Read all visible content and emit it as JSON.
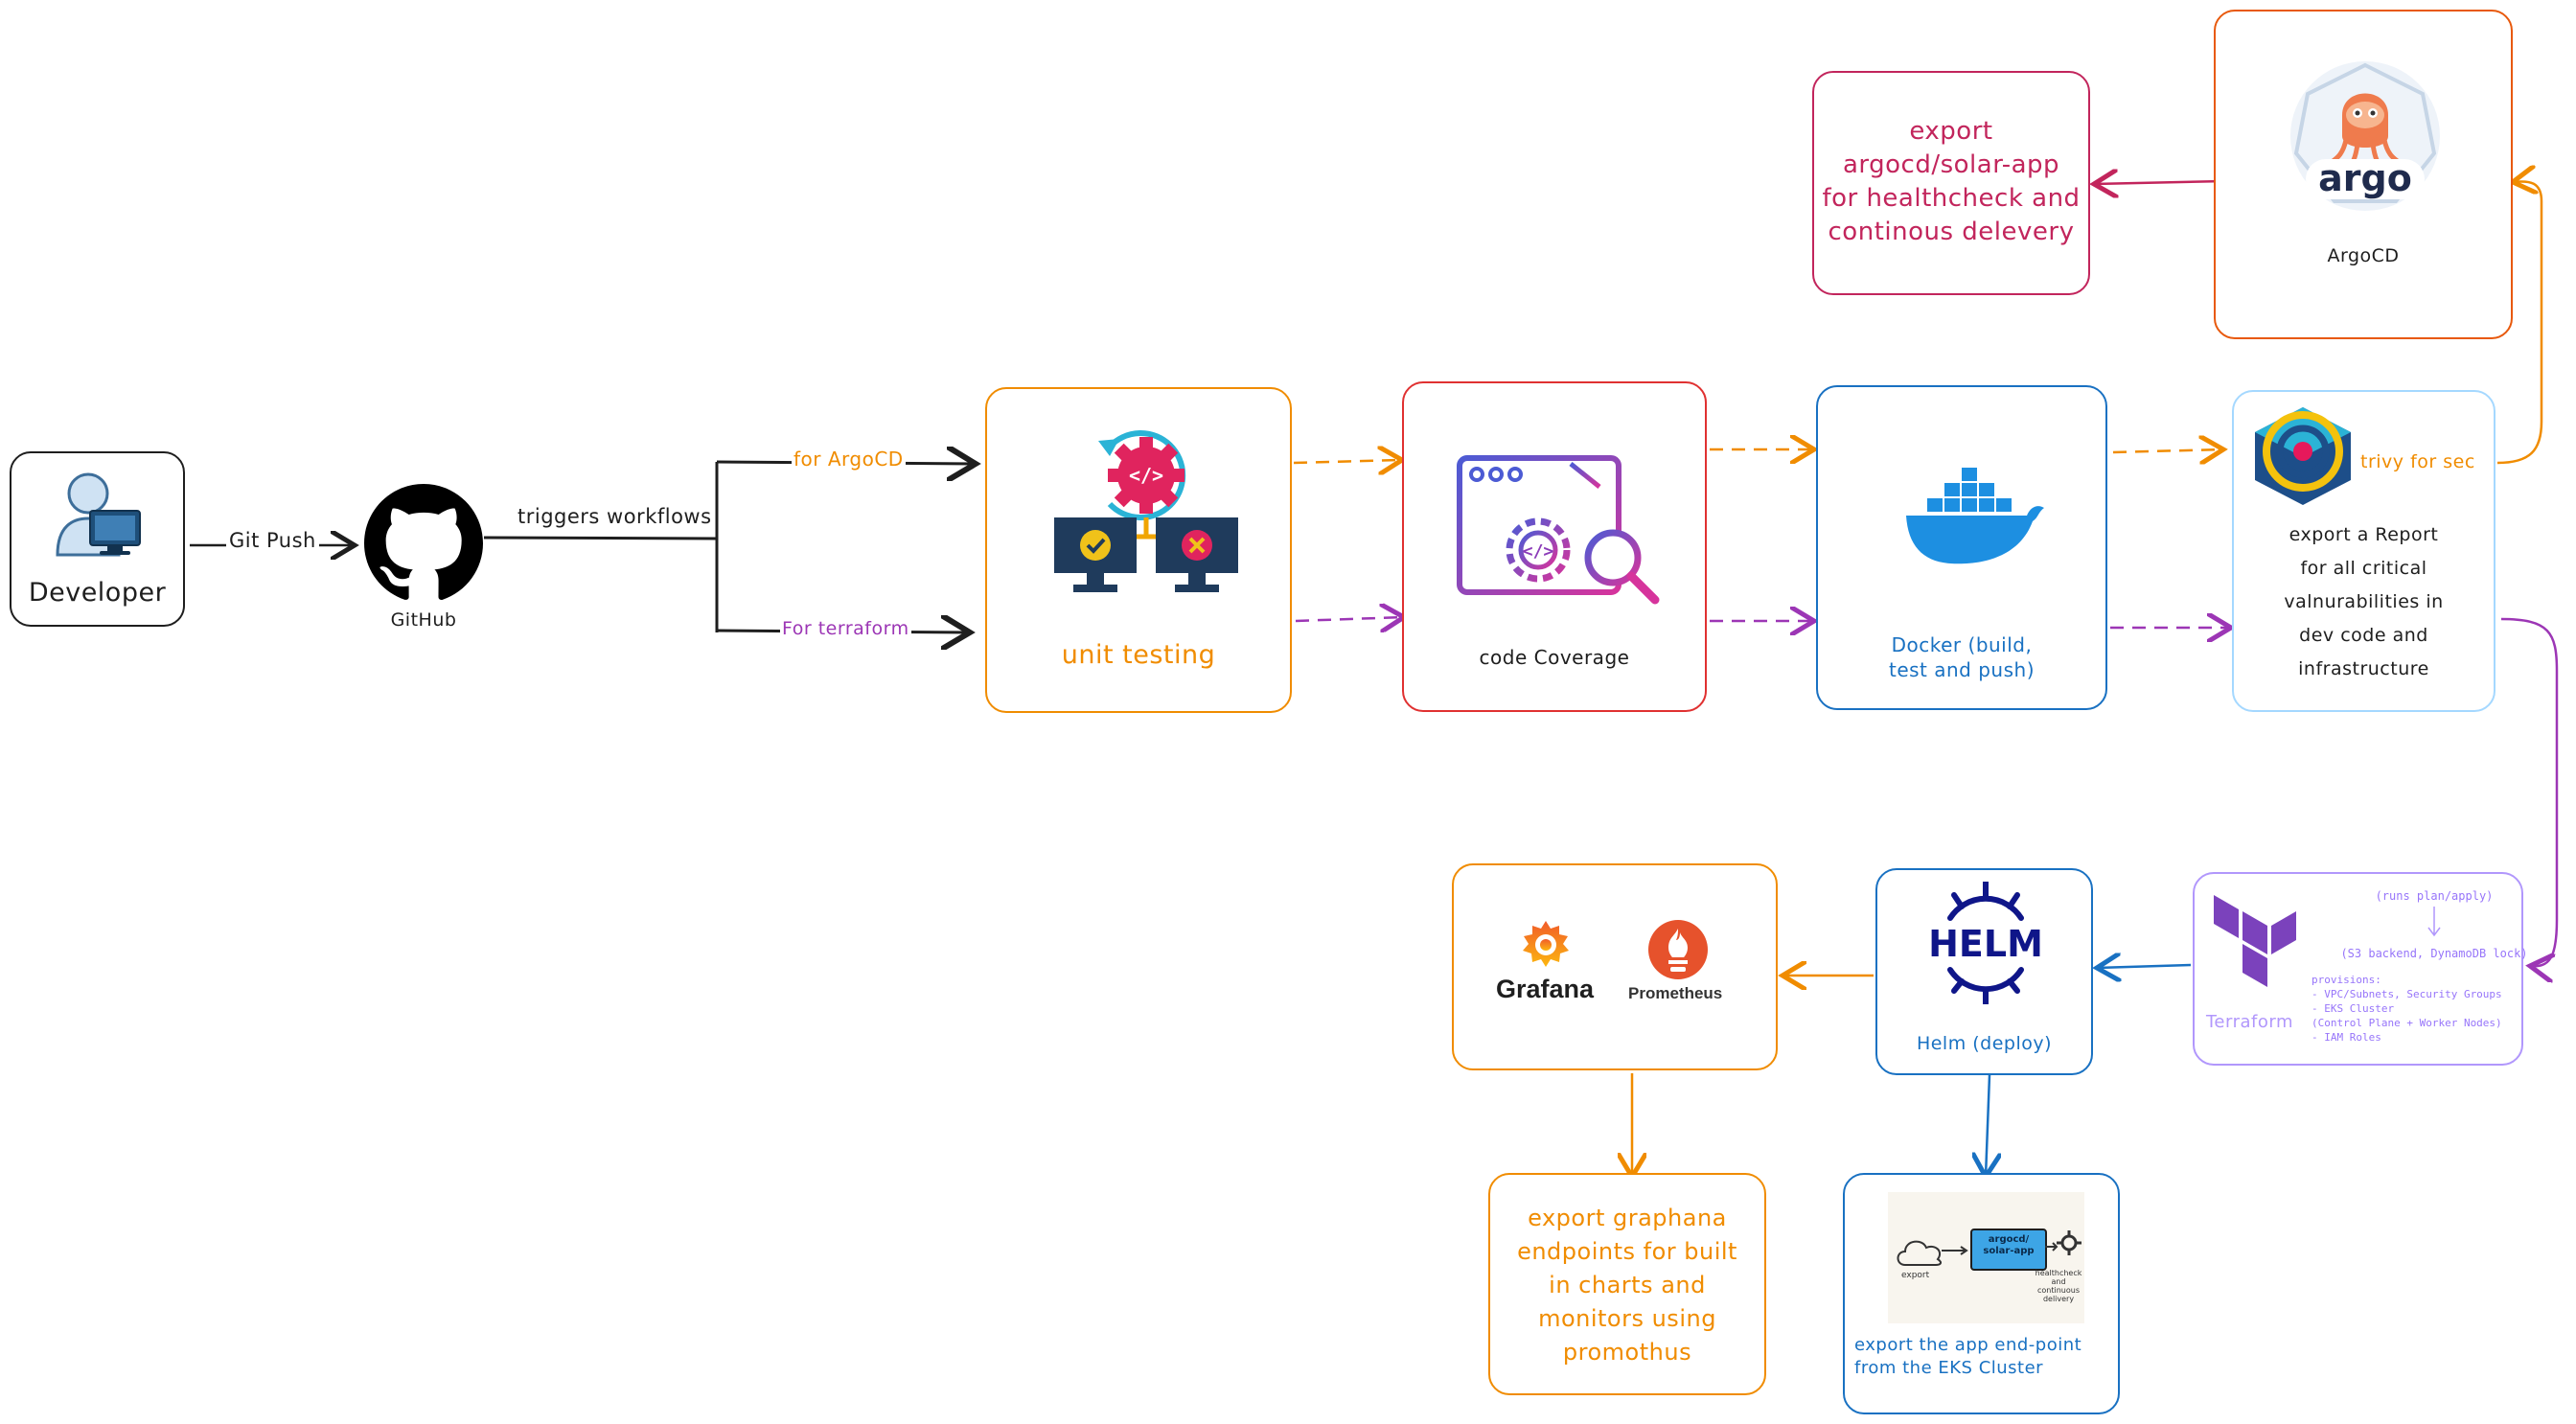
{
  "nodes": {
    "developer": "Developer",
    "github": "GitHub",
    "unit_testing": "unit testing",
    "code_coverage": "code Coverage",
    "docker": "Docker (build,\ntest and push)",
    "trivy_label": "trivy for sec",
    "trivy_report": "export a Report\nfor all critical\nvalnurabilities in\ndev code and\ninfrastructure",
    "argocd": "ArgoCD",
    "argo_logo": "argo",
    "argocd_export": "export\nargocd/solar-app\nfor healthcheck and\ncontinous delevery",
    "terraform_name": "Terraform",
    "terraform_details": {
      "runs": "(runs plan/apply)",
      "backend": "(S3 backend, DynamoDB lock)",
      "provisions": "provisions:\n- VPC/Subnets, Security Groups\n- EKS Cluster\n(Control Plane + Worker Nodes)\n- IAM Roles"
    },
    "helm_logo": "HELM",
    "helm": "Helm (deploy)",
    "grafana": "Grafana",
    "prometheus": "Prometheus",
    "grafana_export": "export graphana\nendpoints for built\nin charts and\nmonitors using\npromothus",
    "eks_export": "export the app end-point\nfrom the EKS Cluster",
    "eks_thumb": {
      "export": "export",
      "app": "argocd/\nsolar-app",
      "health": "healthcheck\nand continuous\ndelivery"
    }
  },
  "edges": {
    "git_push": "Git Push",
    "triggers": "triggers workflows",
    "for_argocd": "for ArgoCD",
    "for_terraform": "For terraform"
  },
  "colors": {
    "orange": "#f08c00",
    "purple": "#9c36b5",
    "red": "#e03131",
    "crimson": "#c2255c",
    "blue": "#1971c2",
    "lightblue": "#a5d8ff",
    "lavender": "#b197fc",
    "docker": "#1d8fe1",
    "helm": "#0f1689"
  }
}
